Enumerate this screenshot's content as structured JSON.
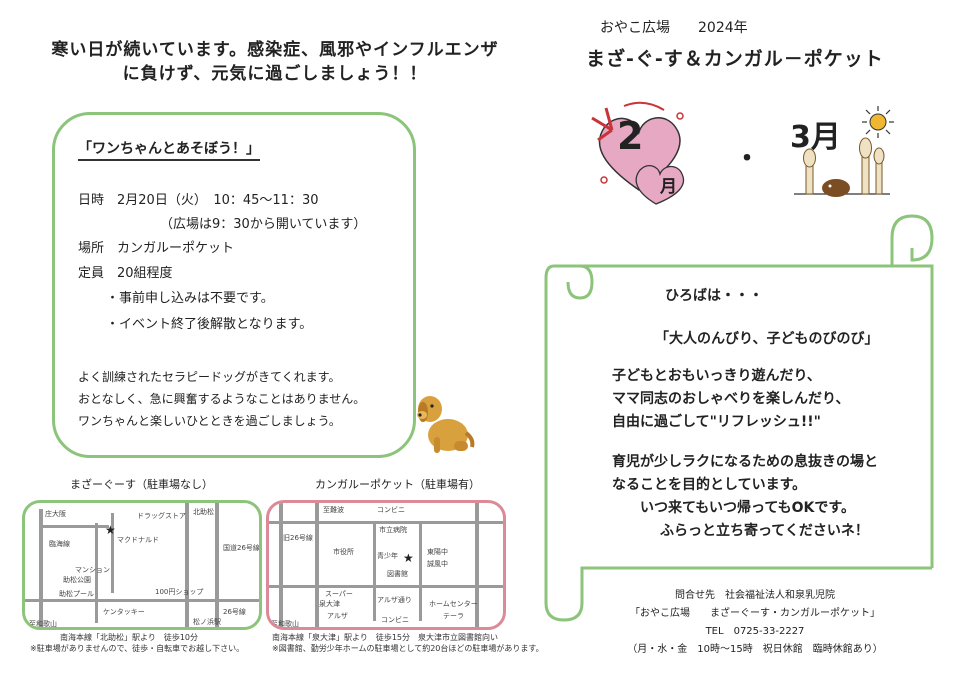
{
  "headline": {
    "line1": "寒い日が続いています。感染症、風邪やインフルエンザ",
    "line2": "に負けず、元気に過ごしましょう！！"
  },
  "header": {
    "org_year": "おやこ広場　　2024年",
    "title": "まざ-ぐ-す＆カンガル－ポケット",
    "month_feb": "2",
    "month_feb_suffix": "月",
    "dot": "・",
    "month_mar": "3月"
  },
  "event": {
    "title": "「ワンちゃんとあそぼう！」",
    "date": "日時　2月20日（火）　10：45～11：30",
    "date_note": "（広場は9：30から開いています）",
    "place": "場所　カンガルーポケット",
    "capacity": "定員　20組程度",
    "bullet1": "・事前申し込みは不要です。",
    "bullet2": "・イベント終了後解散となります。",
    "desc1": "よく訓練されたセラピードッグがきてくれます。",
    "desc2": "おとなしく、急に興奮するようなことはありません。",
    "desc3": "ワンちゃんと楽しいひとときを過ごしましょう。"
  },
  "scroll": {
    "heading": "ひろばは・・・",
    "motto": "「大人のんびり、子どものびのび」",
    "p1": "子どもとおもいっきり遊んだり、",
    "p2": "ママ同志のおしゃべりを楽しんだり、",
    "p3": "自由に過ごして\"リフレッシュ!!\"",
    "p4": "育児が少しラクになるための息抜きの場と",
    "p5": "なることを目的としています。",
    "p6": "いつ来てもいつ帰ってもOKです。",
    "p7": "ふらっと立ち寄ってくださいネ！"
  },
  "maps": {
    "left_title": "まざーぐーす（駐車場なし）",
    "right_title": "カンガルーポケット（駐車場有）",
    "left_labels": [
      "庄大阪",
      "臨海線",
      "マクドナルド",
      "マンション",
      "助松公園",
      "助松プール",
      "ケンタッキー",
      "至和歌山",
      "北助松",
      "ドラッグストア",
      "100円ショップ",
      "松ノ浜駅",
      "国道26号線",
      "26号線"
    ],
    "right_labels": [
      "至難波",
      "コンビニ",
      "市立病院",
      "旧26号線",
      "市役所",
      "青少年",
      "東陽中",
      "図書館",
      "誠風中",
      "スーパー",
      "アルザ",
      "アルザ通り",
      "コンビニ",
      "泉大津",
      "至和歌山",
      "ホームセンター",
      "テーラ"
    ],
    "left_note1": "南海本線「北助松」駅より　徒歩10分",
    "left_note2": "※駐車場がありませんので、徒歩・自転車でお越し下さい。",
    "right_note1": "南海本線「泉大津」駅より　徒歩15分　泉大津市立図書館向い",
    "right_note2": "※図書館、勤労少年ホームの駐車場として約20台ほどの駐車場があります。"
  },
  "contact": {
    "line1": "問合せ先　社会福祉法人和泉乳児院",
    "line2": "「おやこ広場　　まざーぐーす・カンガルーポケット」",
    "line3": "TEL　0725-33-2227",
    "line4": "（月・水・金　10時～15時　祝日休館　臨時休館あり）"
  },
  "colors": {
    "green_frame": "#8bc47a",
    "pink_frame": "#dd8a98",
    "heart_pink": "#e7a8c4",
    "ribbon_red": "#c8343a"
  }
}
